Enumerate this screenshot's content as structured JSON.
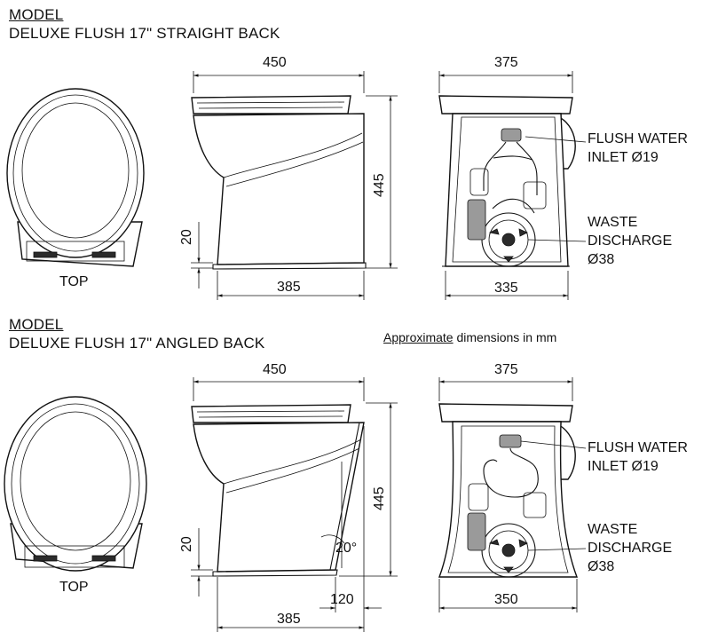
{
  "section_top": {
    "model_label": "MODEL",
    "model_name": "DELUXE FLUSH 17\" STRAIGHT BACK",
    "top_label": "TOP",
    "width_top": "450",
    "width_bottom": "385",
    "height": "445",
    "base_height": "20",
    "rear_width_top": "375",
    "rear_width_bottom": "335",
    "flush_label_1": "FLUSH WATER",
    "flush_label_2": "INLET Ø19",
    "waste_label_1": "WASTE",
    "waste_label_2": "DISCHARGE",
    "waste_label_3": "Ø38"
  },
  "section_bottom": {
    "model_label": "MODEL",
    "model_name": "DELUXE FLUSH 17\" ANGLED BACK",
    "top_label": "TOP",
    "width_top": "450",
    "width_bottom": "385",
    "height": "445",
    "base_height": "20",
    "angle": "20°",
    "offset": "120",
    "rear_width_top": "375",
    "rear_width_bottom": "350",
    "flush_label_1": "FLUSH WATER",
    "flush_label_2": "INLET Ø19",
    "waste_label_1": "WASTE",
    "waste_label_2": "DISCHARGE",
    "waste_label_3": "Ø38"
  },
  "note": {
    "approx_word": "Approximate",
    "approx_rest": " dimensions in mm"
  }
}
